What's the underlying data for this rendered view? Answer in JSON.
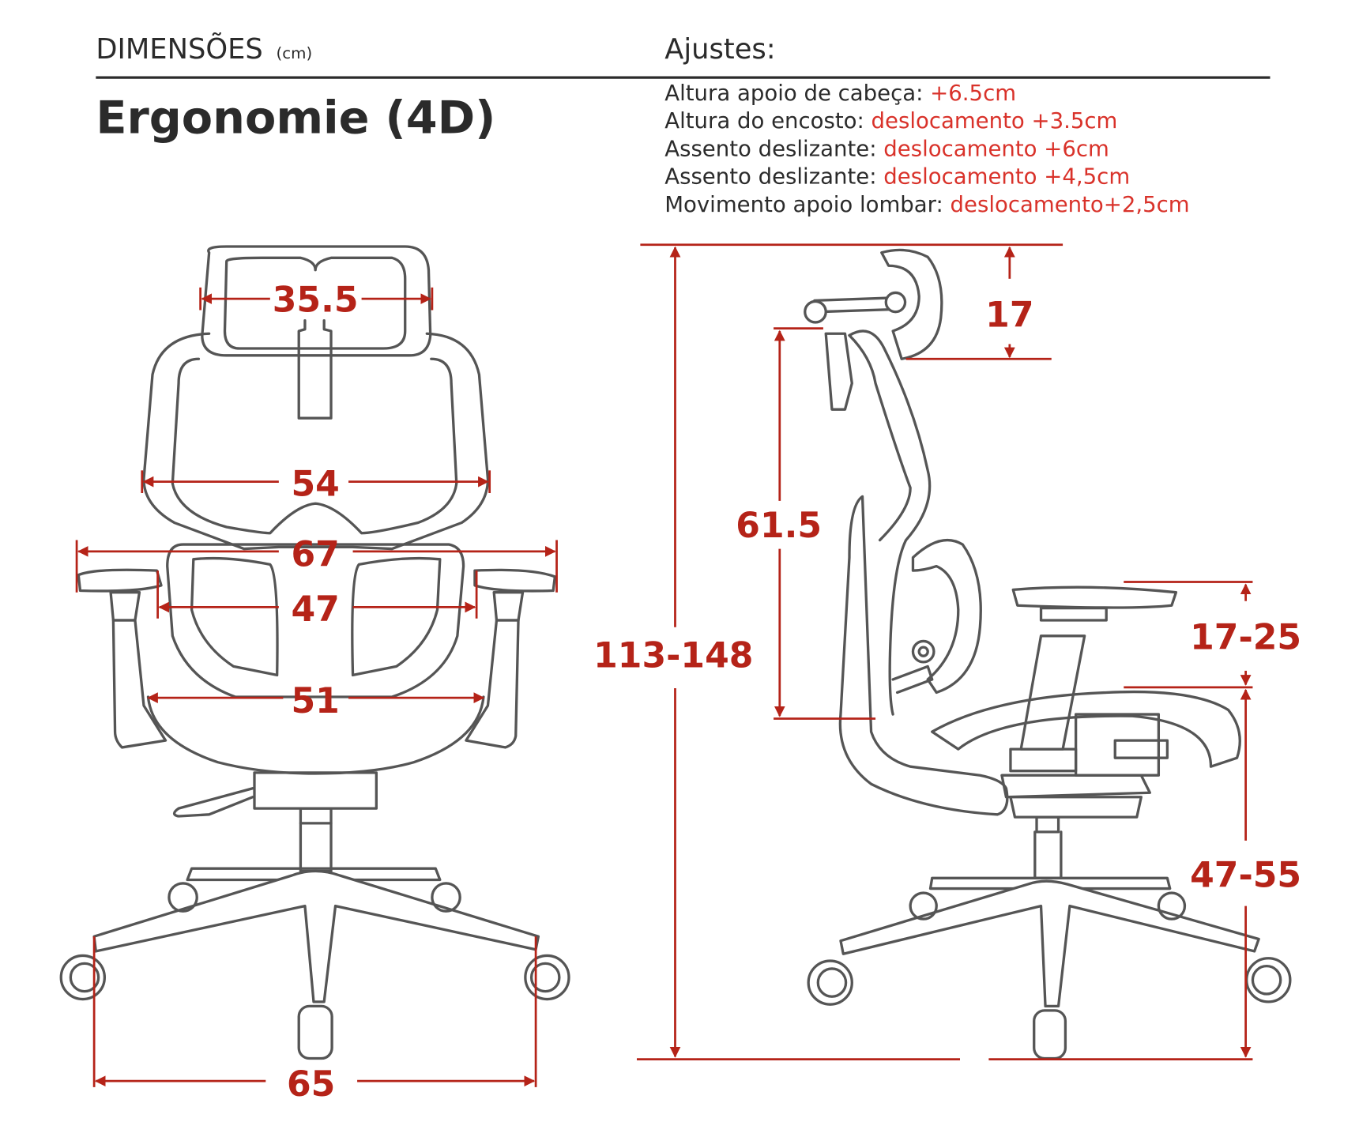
{
  "header": {
    "dimensions_label": "DIMENSÕES",
    "unit_label": "(cm)",
    "adjustments_label": "Ajustes:",
    "title": "Ergonomie (4D)"
  },
  "adjustments": [
    {
      "label": "Altura apoio de cabeça:",
      "value": "+6.5cm"
    },
    {
      "label": "Altura do encosto:",
      "value": "deslocamento +3.5cm"
    },
    {
      "label": "Assento deslizante:",
      "value": "deslocamento +6cm"
    },
    {
      "label": "Assento deslizante:",
      "value": "deslocamento +4,5cm"
    },
    {
      "label": "Movimento apoio lombar:",
      "value": "deslocamento+2,5cm"
    }
  ],
  "front_dimensions": {
    "headrest_width": "35.5",
    "backrest_width": "54",
    "armrest_outer_width": "67",
    "armrest_inner_width": "47",
    "seat_width": "51",
    "base_width": "65"
  },
  "side_dimensions": {
    "total_height": "113-148",
    "backrest_height": "61.5",
    "headrest_height": "17",
    "armrest_height": "17-25",
    "seat_height": "47-55"
  },
  "colors": {
    "dimension": "#b52318",
    "accent_text": "#d9322a",
    "text": "#2b2b2b"
  }
}
